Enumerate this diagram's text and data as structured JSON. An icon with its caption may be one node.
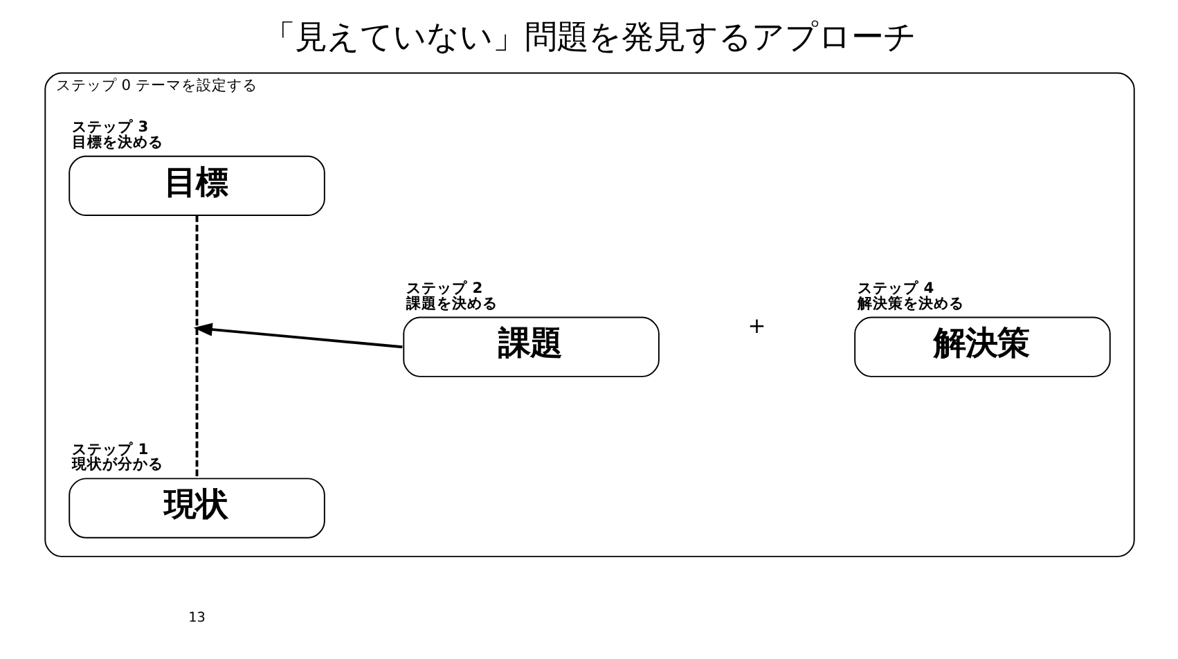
{
  "diagram": {
    "title": "「見えていない」問題を発見するアプローチ",
    "nodes": [
      {
        "text": [
          "ステップ 0 テーマを設定する"
        ]
      },
      {
        "text": [
          "ステップ 3 目標を決める",
          "目標"
        ],
        "in": 0
      },
      {
        "text": [
          "ステップ 2 課題を決める",
          "課題"
        ],
        "in": 0
      },
      {
        "text": [
          "ステップ 4 解決策を決める",
          "解決策"
        ],
        "in": 0
      },
      {
        "text": [
          "ステップ 1 現状が分かる",
          "現状"
        ],
        "in": 0
      }
    ],
    "edges": [
      {
        "from": 1,
        "to": 4,
        "arrow": "none",
        "style": "dashed"
      },
      {
        "from": 2,
        "to": null,
        "arrow": "to"
      }
    ],
    "labels": [
      "+",
      "13"
    ]
  }
}
